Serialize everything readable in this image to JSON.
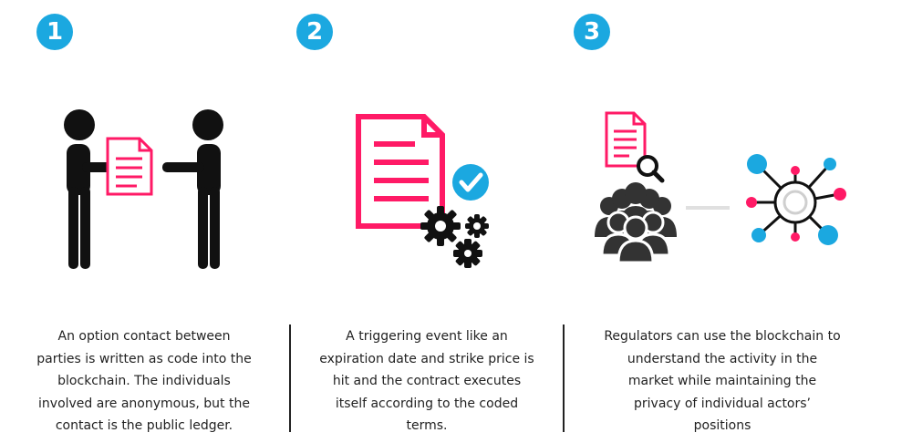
{
  "steps": [
    {
      "number": "1",
      "icon": "handing-document-icon",
      "text": "An option contact between parties is written as code into the blockchain. The individuals involved are anonymous, but the contact is the public ledger."
    },
    {
      "number": "2",
      "icon": "contract-gears-icon",
      "text": "A triggering event like an expiration date and strike price is hit and the contract executes itself according to the coded terms."
    },
    {
      "number": "3",
      "icon": "regulators-network-icon",
      "text": "Regulators can use the blockchain to understand the activity in the market while maintaining the privacy of individual actors’ positions"
    }
  ],
  "colors": {
    "accent": "#1ba8e0",
    "pink": "#ff1a66",
    "dark": "#111111"
  }
}
